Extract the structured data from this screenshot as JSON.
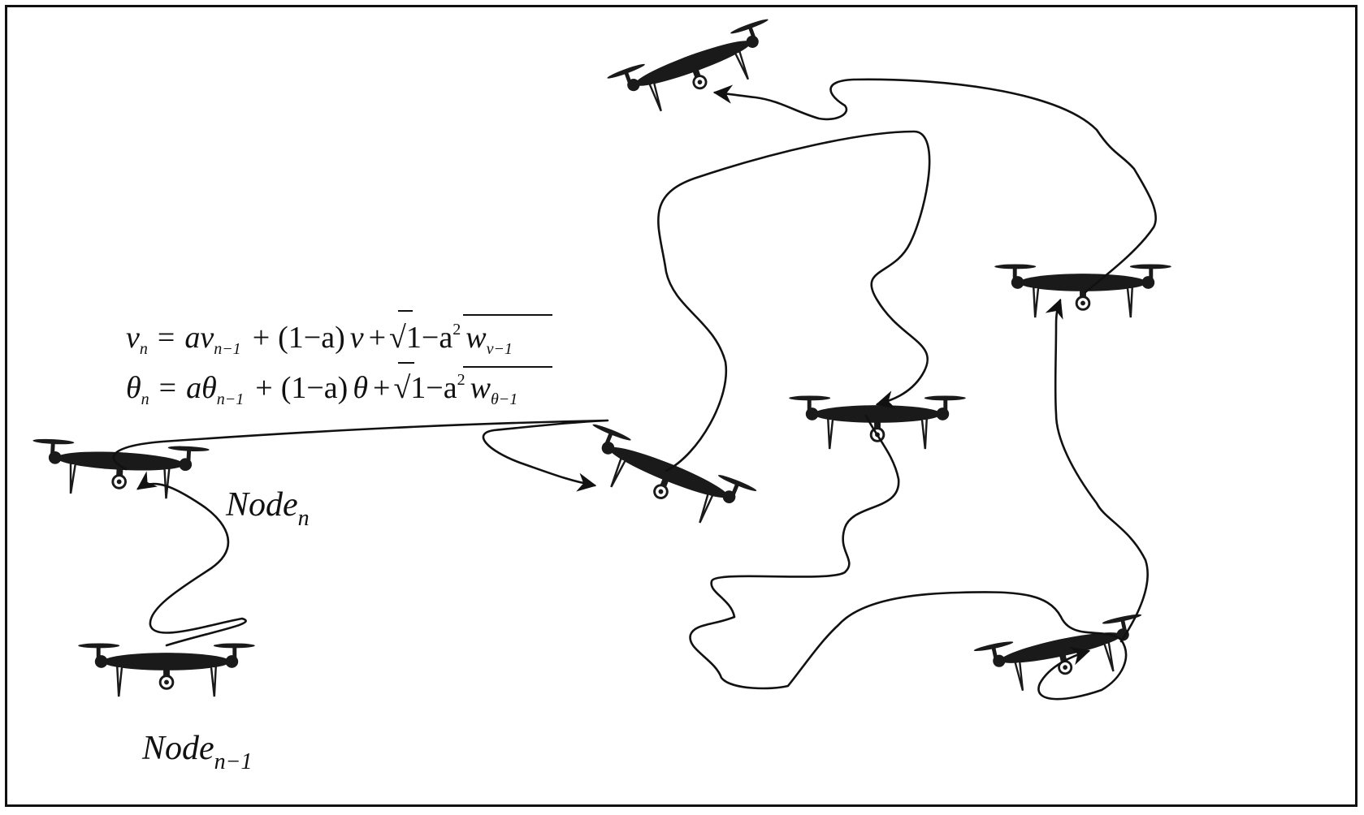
{
  "labels": {
    "node_n_base": "Node",
    "node_n_sub": "n",
    "node_n1_base": "Node",
    "node_n1_sub": "n−1"
  },
  "equations": {
    "v_line": "v = av + (1−a)v̄ + √(1−a²) w",
    "theta_line": "θ = aθ + (1−a)θ̄ + √(1−a²) w",
    "v": "v",
    "theta": "θ",
    "eq": "=",
    "a": "a",
    "plus": "+",
    "one_minus_a": "(1−a)",
    "sqrt": "√",
    "radicand": "1−a",
    "sq": "2",
    "w": "w",
    "sub_n": "n",
    "sub_n_minus_1": "n−1",
    "sub_v_minus_1": "v−1",
    "sub_theta_minus_1": "θ−1"
  },
  "colors": {
    "ink": "#111111",
    "drone": "#1a1a1a"
  },
  "icons": [
    "drone-icon"
  ]
}
